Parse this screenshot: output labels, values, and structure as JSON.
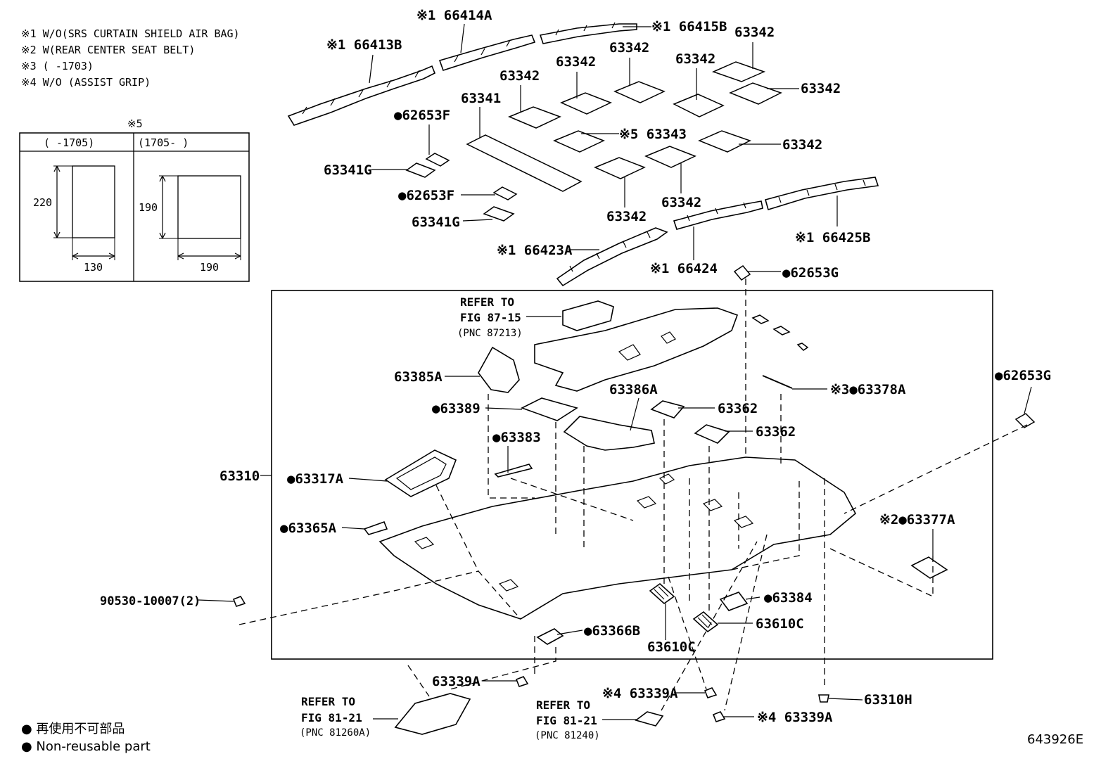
{
  "notes": [
    "※1 W/O(SRS CURTAIN SHIELD AIR BAG)",
    "※2 W(REAR CENTER SEAT BELT)",
    "※3 (     -1703)",
    "※4 W/O (ASSIST GRIP)"
  ],
  "inset": {
    "mark": "※5",
    "col1_header": "(    -1705)",
    "col2_header": "(1705-     )",
    "col1_height": "220",
    "col1_width": "130",
    "col2_height": "190",
    "col2_width": "190"
  },
  "labels": {
    "p66414A": "※1 66414A",
    "p66415B": "※1 66415B",
    "p66413B": "※1 66413B",
    "p63342_a": "63342",
    "p63342_b": "63342",
    "p63342_c": "63342",
    "p63342_d": "63342",
    "p63342_e": "63342",
    "p63342_f": "63342",
    "p63342_g": "63342",
    "p63342_h": "63342",
    "p63342_i": "63342",
    "p63341": "63341",
    "p62653F_a": "●62653F",
    "p62653F_b": "●62653F",
    "p63343": "※5 63343",
    "p63341G_a": "63341G",
    "p63341G_b": "63341G",
    "p66423A": "※1 66423A",
    "p66424": "※1 66424",
    "p66425B": "※1 66425B",
    "p62653G_a": "●62653G",
    "p62653G_b": "●62653G",
    "p63385A": "63385A",
    "p63389": "●63389",
    "p63386A": "63386A",
    "p63362_a": "63362",
    "p63362_b": "63362",
    "p63378A": "※3●63378A",
    "p63383": "●63383",
    "p63310": "63310",
    "p63317A": "●63317A",
    "p63365A": "●63365A",
    "p63377A": "※2●63377A",
    "p90530": "90530-10007(2)",
    "p63384": "●63384",
    "p63610C_a": "63610C",
    "p63610C_b": "63610C",
    "p63366B": "●63366B",
    "p63339A_a": "63339A",
    "p63339A_b": "※4 63339A",
    "p63339A_c": "※4 63339A",
    "p63310H": "63310H"
  },
  "refs": [
    {
      "line1": "REFER TO",
      "line2": "FIG 87-15",
      "line3": "(PNC 87213)"
    },
    {
      "line1": "REFER TO",
      "line2": "FIG 81-21",
      "line3": "(PNC 81260A)"
    },
    {
      "line1": "REFER TO",
      "line2": "FIG 81-21",
      "line3": "(PNC 81240)"
    }
  ],
  "legend": {
    "line_jp": "● 再使用不可部品",
    "line_en": "● Non-reusable part"
  },
  "figure_id": "643926E"
}
